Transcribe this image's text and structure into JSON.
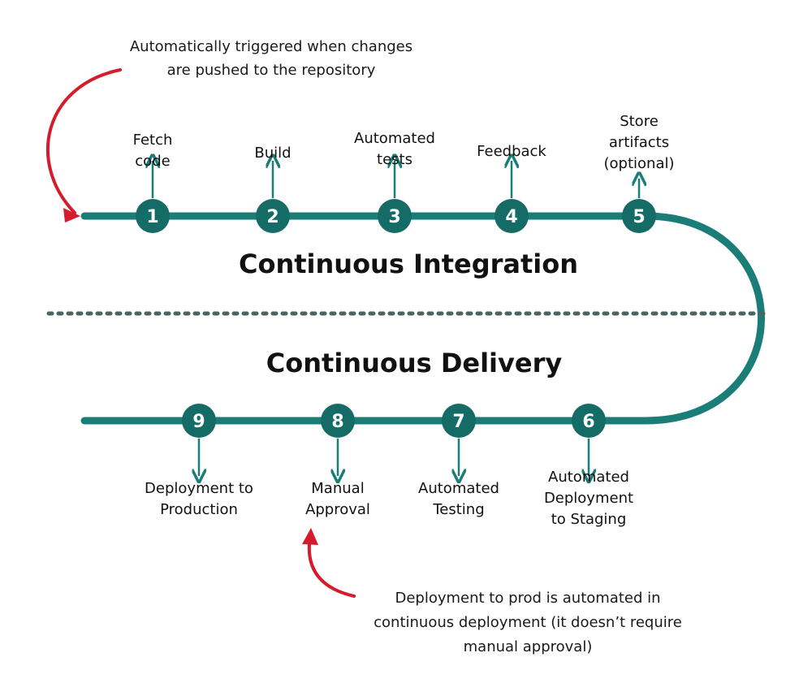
{
  "colors": {
    "track": "#1a7d78",
    "track_dark": "#136863",
    "node": "#156b66",
    "node_text": "#ffffff",
    "arrow": "#1a7d78",
    "annotation_arrow": "#d41c2c",
    "divider": "#4b6462",
    "text": "#111111"
  },
  "sections": {
    "ci_title": "Continuous Integration",
    "cd_title": "Continuous Delivery"
  },
  "annotations": {
    "trigger": {
      "line1": "Automatically triggered when changes",
      "line2": "are pushed to the repository"
    },
    "deployment": {
      "line1": "Deployment to prod is automated in",
      "line2": "continuous deployment (it doesn’t require",
      "line3": "manual approval)"
    }
  },
  "steps": [
    {
      "num": "1",
      "label_lines": [
        "Fetch",
        "code"
      ]
    },
    {
      "num": "2",
      "label_lines": [
        "Build"
      ]
    },
    {
      "num": "3",
      "label_lines": [
        "Automated",
        "tests"
      ]
    },
    {
      "num": "4",
      "label_lines": [
        "Feedback"
      ]
    },
    {
      "num": "5",
      "label_lines": [
        "Store",
        "artifacts",
        "(optional)"
      ]
    },
    {
      "num": "6",
      "label_lines": [
        "Automated",
        "Deployment",
        "to Staging"
      ]
    },
    {
      "num": "7",
      "label_lines": [
        "Automated",
        "Testing"
      ]
    },
    {
      "num": "8",
      "label_lines": [
        "Manual",
        "Approval"
      ]
    },
    {
      "num": "9",
      "label_lines": [
        "Deployment to",
        "Production"
      ]
    }
  ]
}
